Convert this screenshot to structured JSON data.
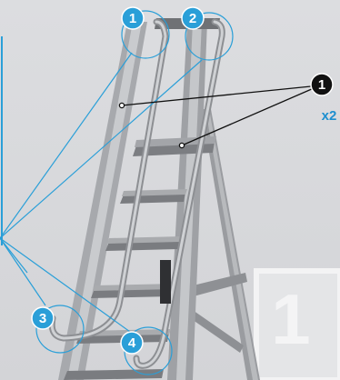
{
  "callouts": {
    "c1": "1",
    "c2": "2",
    "c3": "3",
    "c4": "4"
  },
  "legend": {
    "number": "1",
    "multiplier": "x2"
  },
  "step_marker": "1",
  "colors": {
    "callout_blue": "#2a9fd8",
    "legend_black": "#111111",
    "multiplier_blue": "#1d8fcf"
  }
}
